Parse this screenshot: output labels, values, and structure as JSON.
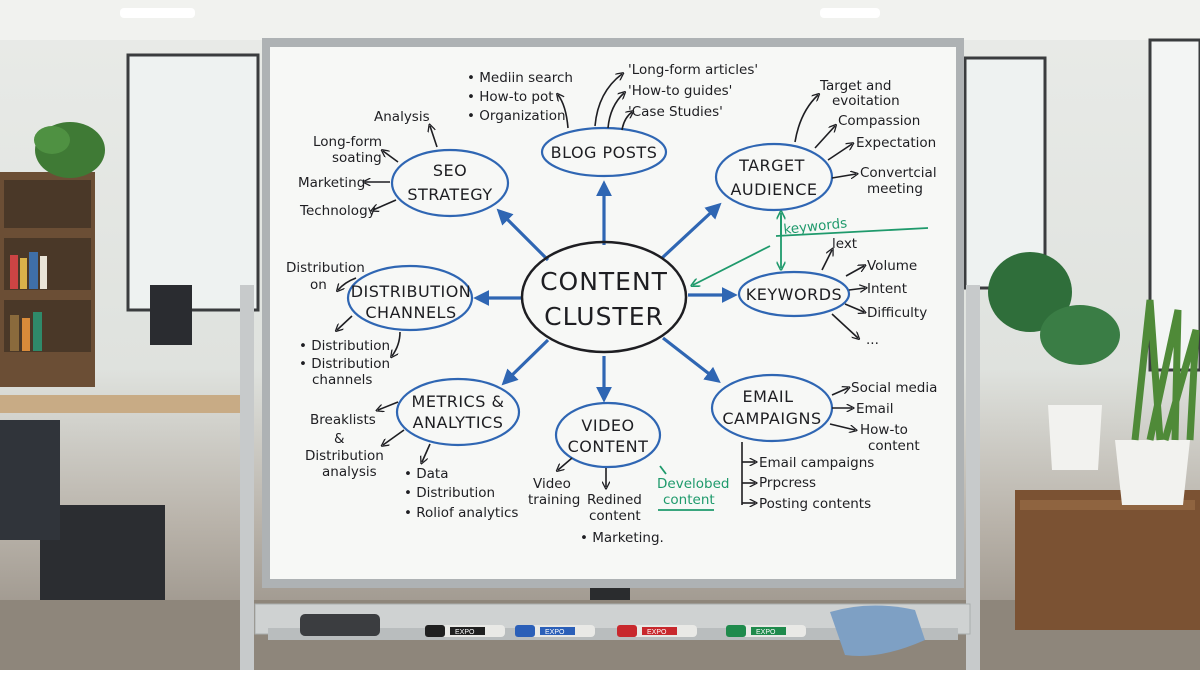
{
  "board": {
    "center": {
      "line1": "CONTENT",
      "line2": "CLUSTER"
    },
    "seo": {
      "title1": "SEO",
      "title2": "STRATEGY",
      "items": [
        "Analysis",
        "Long-form",
        "soating",
        "Marketing",
        "Technology"
      ]
    },
    "blog": {
      "title": "BLOG POSTS",
      "left_items": [
        "• Mediin search",
        "• How-to pot",
        "• Organization"
      ],
      "right_items": [
        "'Long-form articles'",
        "'How-to guides'",
        "'Case Studies'"
      ]
    },
    "audience": {
      "title1": "TARGET",
      "title2": "AUDIENCE",
      "items": [
        "Target and",
        "evoitation",
        "Compassion",
        "Expectation",
        "Convertcial",
        "meeting"
      ]
    },
    "distribution": {
      "title1": "DISTRIBUTION",
      "title2": "CHANNELS",
      "items": [
        "Distribution",
        "on",
        "• Distribution",
        "• Distribution",
        "channels"
      ]
    },
    "keywords": {
      "title": "KEYWORDS",
      "annotation": "keywords",
      "items": [
        "lext",
        "Volume",
        "Intent",
        "Difficulty",
        "..."
      ]
    },
    "metrics": {
      "title1": "METRICS &",
      "title2": "ANALYTICS",
      "items": [
        "Breaklists",
        "&",
        "Distribution",
        "analysis",
        "• Data",
        "• Distribution",
        "• Roliof analytics"
      ]
    },
    "video": {
      "title1": "VIDEO",
      "title2": "CONTENT",
      "items": [
        "Video",
        "training",
        "Redined",
        "content",
        "• Marketing."
      ],
      "annotation": [
        "Develobed",
        "content"
      ]
    },
    "email": {
      "title1": "EMAIL",
      "title2": "CAMPAIGNS",
      "items": [
        "Social media",
        "Email",
        "How-to",
        "content",
        "Email campaigns",
        "Prpcress",
        "Posting contents"
      ]
    }
  },
  "markers": [
    "EXPO",
    "EXPO",
    "EXPO",
    "EXPO"
  ],
  "colors": {
    "ink": "#1e1e22",
    "accent_blue": "#2f66b3",
    "accent_green": "#1f9a6c",
    "marker_black": "#202020",
    "marker_blue": "#2b5fb8",
    "marker_red": "#c8282d",
    "marker_green": "#1f8a4c"
  }
}
